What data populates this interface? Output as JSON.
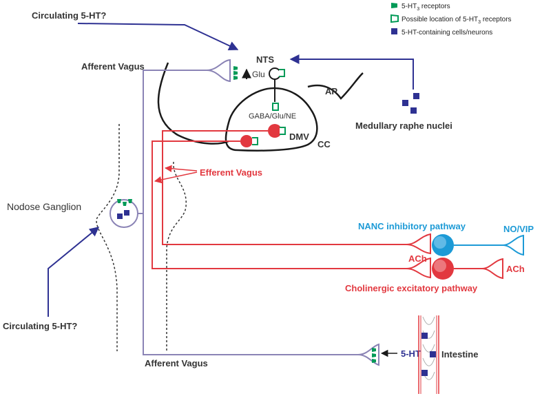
{
  "legend": {
    "receptors": "5-HT",
    "receptors_sub": "3",
    "receptors_suffix": " receptors",
    "possible": "Possible location of 5-HT",
    "possible_sub": "3",
    "possible_suffix": " receptors",
    "cells": "5-HT-containing cells/neurons"
  },
  "labels": {
    "circulating_top": "Circulating 5-HT?",
    "circulating_bottom": "Circulating 5-HT?",
    "afferent_vagus_top": "Afferent Vagus",
    "afferent_vagus_bottom": "Afferent Vagus",
    "nts": "NTS",
    "glu": "Glu",
    "ap": "AP",
    "gaba": "GABA/Glu/NE",
    "dmv": "DMV",
    "cc": "CC",
    "medullary": "Medullary raphe nuclei",
    "efferent_vagus": "Efferent Vagus",
    "nodose": "Nodose Ganglion",
    "nanc": "NANC inhibitory pathway",
    "no_vip": "NO/VIP",
    "ach_top": "ACh",
    "ach_right": "ACh",
    "cholinergic": "Cholinergic excitatory pathway",
    "five_ht": "5-HT",
    "intestine": "Intestine"
  },
  "colors": {
    "navy": "#2e3192",
    "lavender": "#8a83b5",
    "red": "#e2383f",
    "blue": "#1c9ad6",
    "green": "#009a57",
    "black": "#1a1a1a",
    "gray": "#333333"
  }
}
